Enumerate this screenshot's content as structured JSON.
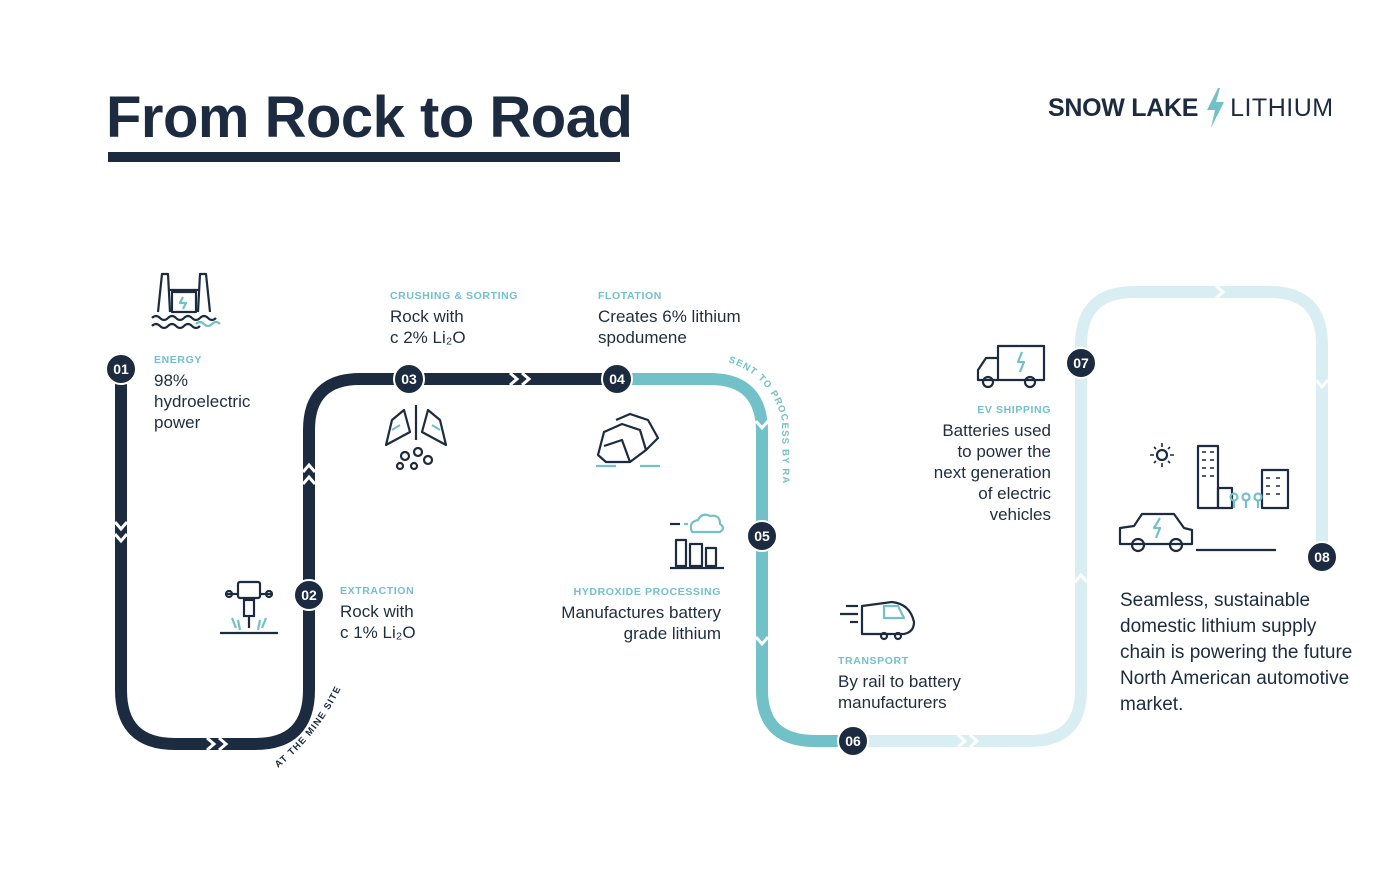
{
  "header": {
    "title": "From Rock to Road",
    "logo_part1": "SNOW LAKE",
    "logo_part2": "LITHIUM"
  },
  "colors": {
    "navy": "#1c2b3f",
    "teal": "#72c0c8",
    "pale_teal": "#d9eef2"
  },
  "path_labels": {
    "mine_site": "AT THE MINE SITE",
    "rail": "SENT TO PROCESS BY RAIL"
  },
  "nodes": [
    {
      "num": "01",
      "label": "ENERGY",
      "desc": "98%\nhydroelectric\npower",
      "icon": "hydro-dam-icon"
    },
    {
      "num": "02",
      "label": "EXTRACTION",
      "desc": "Rock with\nc 1%  Li₂O",
      "icon": "jackhammer-icon"
    },
    {
      "num": "03",
      "label": "CRUSHING & SORTING",
      "desc": "Rock with\nc 2% Li₂O",
      "icon": "crusher-icon"
    },
    {
      "num": "04",
      "label": "FLOTATION",
      "desc": "Creates 6% lithium\nspodumene",
      "icon": "rocks-icon"
    },
    {
      "num": "05",
      "label": "HYDROXIDE PROCESSING",
      "desc": "Manufactures battery\ngrade lithium",
      "icon": "factory-icon"
    },
    {
      "num": "06",
      "label": "TRANSPORT",
      "desc": "By rail to battery\nmanufacturers",
      "icon": "train-icon"
    },
    {
      "num": "07",
      "label": "EV SHIPPING",
      "desc": "Batteries used\nto power the\nnext generation\nof electric\nvehicles",
      "icon": "ev-truck-icon"
    },
    {
      "num": "08",
      "label": "",
      "desc": "Seamless, sustainable domestic lithium supply chain is powering the future North American automotive market.",
      "icon": "city-car-icon"
    }
  ]
}
